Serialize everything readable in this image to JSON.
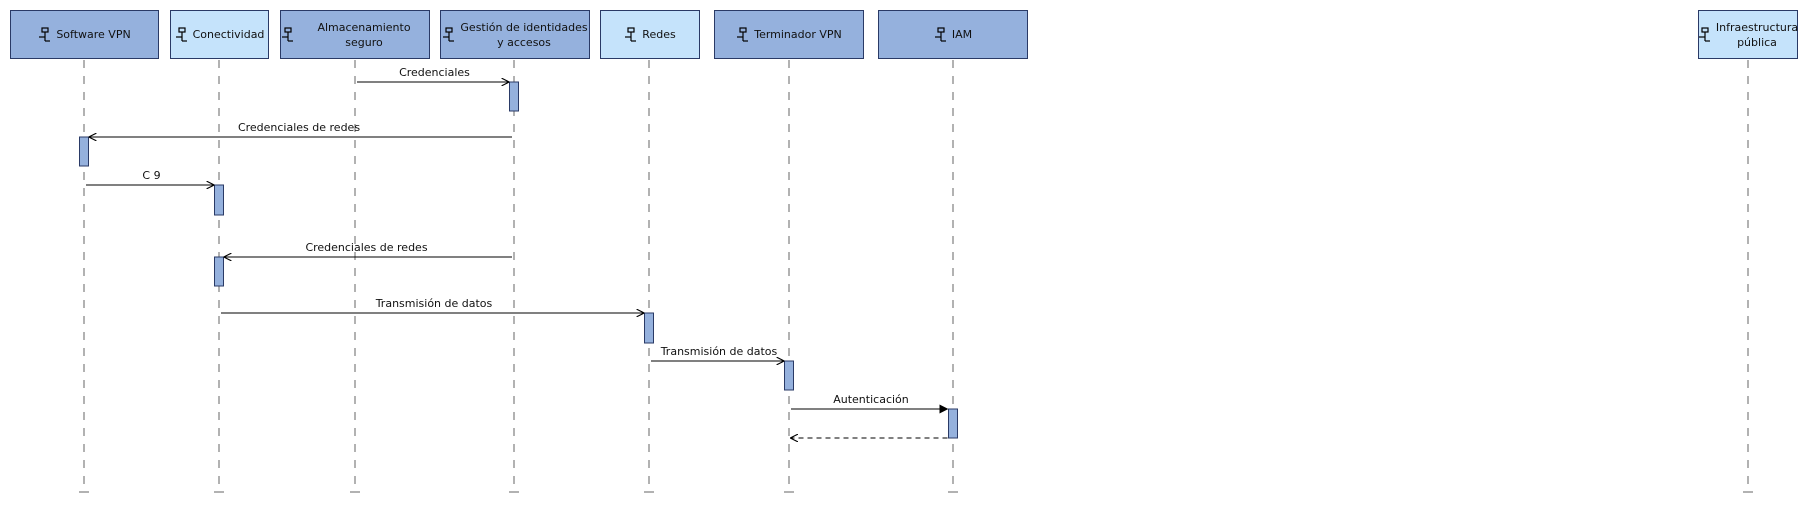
{
  "participants": [
    {
      "label": "Software VPN",
      "style": "dark",
      "icon": "component-icon"
    },
    {
      "label": "Conectividad",
      "style": "light",
      "icon": "component-icon"
    },
    {
      "label": "Almacenamiento seguro",
      "style": "dark",
      "icon": "component-icon"
    },
    {
      "label": "Gestión de identidades\ny accesos",
      "style": "dark",
      "icon": "component-icon"
    },
    {
      "label": "Redes",
      "style": "light",
      "icon": "component-icon"
    },
    {
      "label": "Terminador VPN",
      "style": "dark",
      "icon": "component-icon"
    },
    {
      "label": "IAM",
      "style": "dark",
      "icon": "component-icon"
    },
    {
      "label": "Infraestructura\npública",
      "style": "light",
      "icon": "component-icon"
    }
  ],
  "messages": [
    {
      "from": 2,
      "to": 3,
      "label": "Credenciales",
      "kind": "async"
    },
    {
      "from": 3,
      "to": 0,
      "label": "Credenciales de redes",
      "kind": "async"
    },
    {
      "from": 0,
      "to": 1,
      "label": "C 9",
      "kind": "async"
    },
    {
      "from": 3,
      "to": 1,
      "label": "Credenciales de redes",
      "kind": "async"
    },
    {
      "from": 1,
      "to": 4,
      "label": "Transmisión de datos",
      "kind": "async"
    },
    {
      "from": 4,
      "to": 5,
      "label": "Transmisión de datos",
      "kind": "async"
    },
    {
      "from": 5,
      "to": 6,
      "label": "Autenticación",
      "kind": "sync"
    },
    {
      "from": 6,
      "to": 5,
      "label": "",
      "kind": "return"
    }
  ],
  "colors": {
    "participant_dark": "#95b1dd",
    "participant_light": "#c5e3fb",
    "border": "#2a3a66",
    "activation": "#95b1dd",
    "line": "#000000",
    "lifeline": "#666666"
  }
}
